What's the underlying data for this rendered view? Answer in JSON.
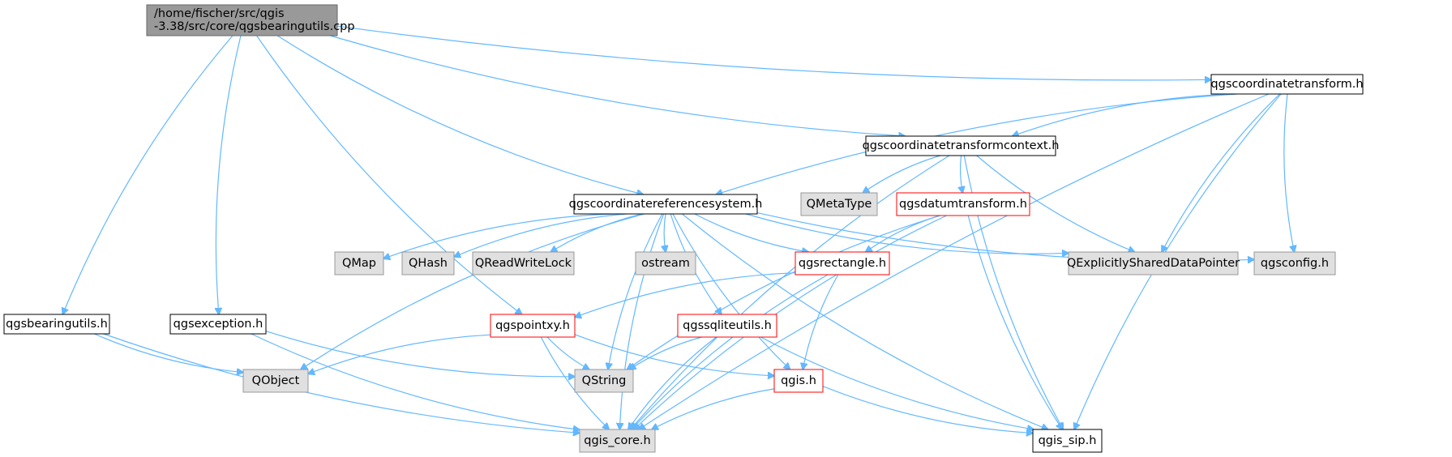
{
  "colors": {
    "edge": "#63b8ff",
    "root_fill": "#999999",
    "root_border": "#666666",
    "normal_fill": "#ffffff",
    "normal_border": "#000000",
    "missing_fill": "#e0e0e0",
    "missing_border": "#999999",
    "partial_border": "#ff0000"
  },
  "nodes": [
    {
      "id": "root",
      "lines": [
        "/home/fischer/src/qgis",
        "-3.38/src/core/qgsbearingutils.cpp"
      ],
      "style": "root"
    },
    {
      "id": "bearingutils_h",
      "lines": [
        "qgsbearingutils.h"
      ],
      "style": "normal"
    },
    {
      "id": "exception_h",
      "lines": [
        "qgsexception.h"
      ],
      "style": "normal"
    },
    {
      "id": "crs_h",
      "lines": [
        "qgscoordinatereferencesystem.h"
      ],
      "style": "normal"
    },
    {
      "id": "ctcontext_h",
      "lines": [
        "qgscoordinatetransformcontext.h"
      ],
      "style": "normal"
    },
    {
      "id": "ct_h",
      "lines": [
        "qgscoordinatetransform.h"
      ],
      "style": "normal"
    },
    {
      "id": "qmetatype",
      "lines": [
        "QMetaType"
      ],
      "style": "missing"
    },
    {
      "id": "datum_h",
      "lines": [
        "qgsdatumtransform.h"
      ],
      "style": "partial"
    },
    {
      "id": "qmap",
      "lines": [
        "QMap"
      ],
      "style": "missing"
    },
    {
      "id": "qhash",
      "lines": [
        "QHash"
      ],
      "style": "missing"
    },
    {
      "id": "qrwlock",
      "lines": [
        "QReadWriteLock"
      ],
      "style": "missing"
    },
    {
      "id": "ostream",
      "lines": [
        "ostream"
      ],
      "style": "missing"
    },
    {
      "id": "rect_h",
      "lines": [
        "qgsrectangle.h"
      ],
      "style": "partial"
    },
    {
      "id": "qesdp",
      "lines": [
        "QExplicitlySharedDataPointer"
      ],
      "style": "missing"
    },
    {
      "id": "config_h",
      "lines": [
        "qgsconfig.h"
      ],
      "style": "missing"
    },
    {
      "id": "pointxy_h",
      "lines": [
        "qgspointxy.h"
      ],
      "style": "partial"
    },
    {
      "id": "sqlite_h",
      "lines": [
        "qgssqliteutils.h"
      ],
      "style": "partial"
    },
    {
      "id": "qobject",
      "lines": [
        "QObject"
      ],
      "style": "missing"
    },
    {
      "id": "qstring",
      "lines": [
        "QString"
      ],
      "style": "missing"
    },
    {
      "id": "qgis_h",
      "lines": [
        "qgis.h"
      ],
      "style": "partial"
    },
    {
      "id": "qgis_core_h",
      "lines": [
        "qgis_core.h"
      ],
      "style": "missing"
    },
    {
      "id": "qgis_sip_h",
      "lines": [
        "qgis_sip.h"
      ],
      "style": "normal"
    }
  ],
  "edges": [
    [
      "root",
      "bearingutils_h"
    ],
    [
      "root",
      "exception_h"
    ],
    [
      "root",
      "pointxy_h"
    ],
    [
      "root",
      "crs_h"
    ],
    [
      "root",
      "ctcontext_h"
    ],
    [
      "root",
      "ct_h"
    ],
    [
      "ct_h",
      "crs_h"
    ],
    [
      "ct_h",
      "ctcontext_h"
    ],
    [
      "ct_h",
      "qesdp"
    ],
    [
      "ct_h",
      "config_h"
    ],
    [
      "ct_h",
      "qgis_core_h"
    ],
    [
      "ct_h",
      "qgis_sip_h"
    ],
    [
      "ctcontext_h",
      "qmetatype"
    ],
    [
      "ctcontext_h",
      "datum_h"
    ],
    [
      "ctcontext_h",
      "qesdp"
    ],
    [
      "ctcontext_h",
      "qgis_sip_h"
    ],
    [
      "ctcontext_h",
      "qgis_core_h"
    ],
    [
      "crs_h",
      "qmap"
    ],
    [
      "crs_h",
      "qhash"
    ],
    [
      "crs_h",
      "qrwlock"
    ],
    [
      "crs_h",
      "ostream"
    ],
    [
      "crs_h",
      "rect_h"
    ],
    [
      "crs_h",
      "qesdp"
    ],
    [
      "crs_h",
      "config_h"
    ],
    [
      "crs_h",
      "sqlite_h"
    ],
    [
      "crs_h",
      "qgis_h"
    ],
    [
      "crs_h",
      "qstring"
    ],
    [
      "crs_h",
      "qobject"
    ],
    [
      "crs_h",
      "qgis_sip_h"
    ],
    [
      "crs_h",
      "qgis_core_h"
    ],
    [
      "datum_h",
      "rect_h"
    ],
    [
      "datum_h",
      "qstring"
    ],
    [
      "datum_h",
      "qgis_core_h"
    ],
    [
      "datum_h",
      "qgis_sip_h"
    ],
    [
      "rect_h",
      "pointxy_h"
    ],
    [
      "rect_h",
      "qgis_h"
    ],
    [
      "rect_h",
      "qgis_core_h"
    ],
    [
      "pointxy_h",
      "qobject"
    ],
    [
      "pointxy_h",
      "qstring"
    ],
    [
      "pointxy_h",
      "qgis_h"
    ],
    [
      "pointxy_h",
      "qgis_core_h"
    ],
    [
      "sqlite_h",
      "qstring"
    ],
    [
      "sqlite_h",
      "qgis_core_h"
    ],
    [
      "sqlite_h",
      "qgis_sip_h"
    ],
    [
      "exception_h",
      "qstring"
    ],
    [
      "exception_h",
      "qgis_core_h"
    ],
    [
      "bearingutils_h",
      "qobject"
    ],
    [
      "bearingutils_h",
      "qgis_core_h"
    ],
    [
      "qgis_h",
      "qgis_core_h"
    ],
    [
      "qgis_h",
      "qgis_sip_h"
    ]
  ]
}
